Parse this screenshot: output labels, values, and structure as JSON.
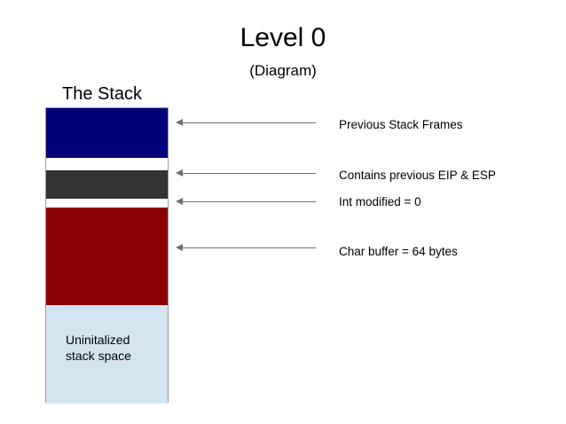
{
  "slide": {
    "title": "Level 0",
    "subtitle": "(Diagram)",
    "stack_label": "The Stack"
  },
  "stack": {
    "segments": [
      {
        "name": "previous-stack-frames",
        "color": "#00007a",
        "label": ""
      },
      {
        "name": "saved-registers",
        "color": "#333333",
        "label": ""
      },
      {
        "name": "locals",
        "color": "#8b0000",
        "label": ""
      },
      {
        "name": "uninitialized-stack-space",
        "color": "#d4e5f2",
        "label": "Uninitalized\nstack space"
      }
    ],
    "uninitialized_line1": "Uninitalized",
    "uninitialized_line2": "stack space"
  },
  "annotations": [
    {
      "name": "previous-stack-frames",
      "text": "Previous Stack Frames"
    },
    {
      "name": "saved-eip-esp",
      "text": "Contains previous EIP & ESP"
    },
    {
      "name": "int-modified",
      "text": "Int modified = 0"
    },
    {
      "name": "char-buffer",
      "text": "Char buffer = 64 bytes"
    }
  ]
}
